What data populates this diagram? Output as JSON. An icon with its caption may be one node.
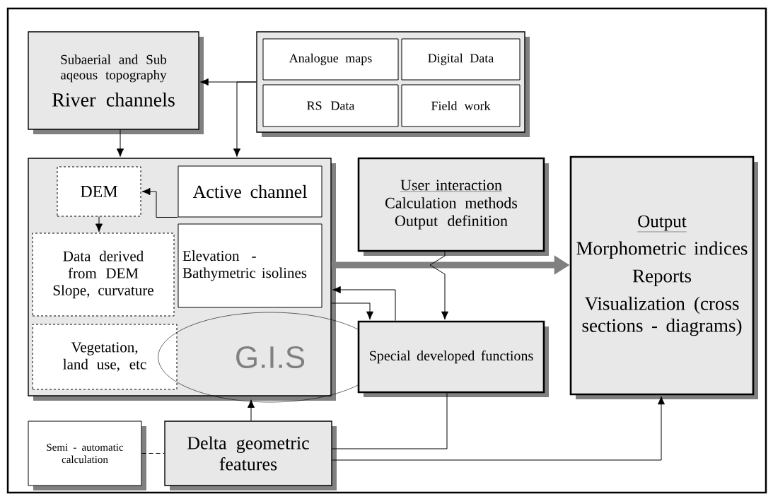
{
  "diagram": {
    "nodes": [
      {
        "text": [
          "Subaerial and Sub aqeous topography",
          "River channels"
        ]
      },
      {
        "text": [],
        "shape": "box"
      },
      {
        "text": [
          "Analogue maps"
        ],
        "in": 1
      },
      {
        "text": [
          "Digital Data"
        ],
        "in": 1
      },
      {
        "text": [
          "RS Data"
        ],
        "in": 1
      },
      {
        "text": [
          "Field work"
        ],
        "in": 1
      },
      {
        "text": [],
        "shape": "box"
      },
      {
        "text": [
          "DEM"
        ],
        "in": 6
      },
      {
        "text": [
          "Active channel"
        ],
        "in": 6
      },
      {
        "text": [
          "Data derived from DEM Slope, curvature"
        ],
        "in": 6
      },
      {
        "text": [
          "Elevation - Bathymetric isolines"
        ],
        "in": 6
      },
      {
        "text": [
          "Vegetation, land use, etc"
        ],
        "in": 6
      },
      {
        "text": [
          "G.I.S"
        ]
      },
      {
        "text": [
          "User interaction",
          "Calculation methods Output definition"
        ]
      },
      {
        "text": [
          "Special developed functions"
        ]
      },
      {
        "text": [
          "Output",
          "Morphometric indices",
          "Reports",
          "Visualization (cross sections - diagrams)"
        ]
      },
      {
        "text": [
          "Semi - automatic calculation"
        ]
      },
      {
        "text": [
          "Delta geometric features"
        ]
      }
    ],
    "edges": [
      {
        "from": 1,
        "to": 0,
        "arrow": "to"
      },
      {
        "from": 1,
        "to": 6,
        "arrow": "to"
      },
      {
        "from": 0,
        "to": 6,
        "arrow": "to"
      },
      {
        "from": 8,
        "to": 7,
        "arrow": "to"
      },
      {
        "from": 7,
        "to": 9,
        "arrow": "to"
      },
      {
        "from": 6,
        "to": 14,
        "arrow": "to"
      },
      {
        "from": 14,
        "to": 6,
        "arrow": "to"
      },
      {
        "from": 6,
        "to": 15,
        "arrow": "to",
        "style": "thick",
        "color": "#808080"
      },
      {
        "from": 13,
        "to": 14,
        "arrow": "to"
      },
      {
        "from": 17,
        "to": 12,
        "arrow": "to"
      },
      {
        "from": 16,
        "to": 17,
        "arrow": "none",
        "style": "dashed"
      },
      {
        "from": 14,
        "to": 17,
        "arrow": "none"
      },
      {
        "from": 17,
        "to": 15,
        "arrow": "to"
      }
    ]
  }
}
